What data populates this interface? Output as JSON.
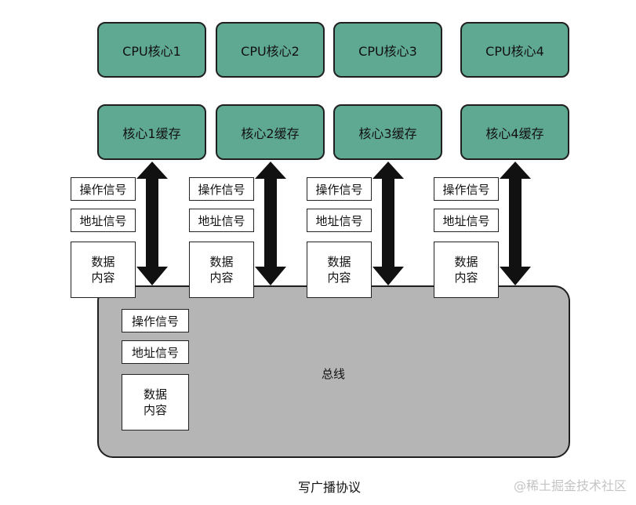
{
  "cores": [
    "CPU核心1",
    "CPU核心2",
    "CPU核心3",
    "CPU核心4"
  ],
  "caches": [
    "核心1缓存",
    "核心2缓存",
    "核心3缓存",
    "核心4缓存"
  ],
  "signals": {
    "operation": "操作信号",
    "address": "地址信号",
    "data": "数据\n内容"
  },
  "bus": {
    "label": "总线",
    "operation": "操作信号",
    "address": "地址信号",
    "data": "数据\n内容"
  },
  "caption": "写广播协议",
  "watermark": "@稀土掘金技术社区",
  "colors": {
    "node": "#5fa892",
    "bus": "#b5b5b5",
    "stroke": "#1f1f1f"
  }
}
